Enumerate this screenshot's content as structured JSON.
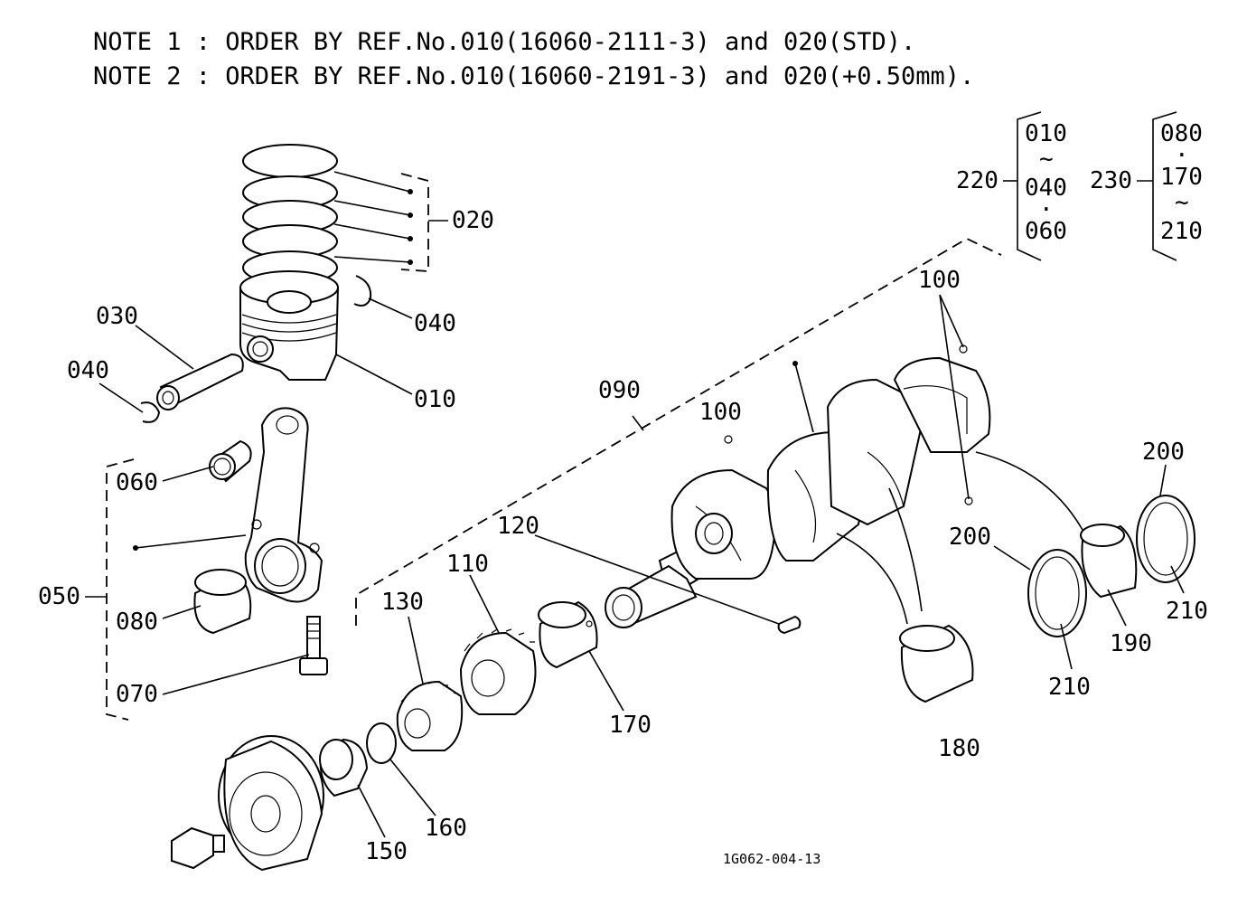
{
  "notes": [
    "NOTE 1 : ORDER BY REF.No.010(16060-2111-3) and 020(STD).",
    "NOTE 2 : ORDER BY REF.No.010(16060-2191-3) and 020(+0.50mm)."
  ],
  "labels": {
    "l010": "010",
    "l020": "020",
    "l030": "030",
    "l040a": "040",
    "l040b": "040",
    "l050": "050",
    "l060": "060",
    "l070": "070",
    "l080": "080",
    "l090": "090",
    "l100a": "100",
    "l100b": "100",
    "l110": "110",
    "l120": "120",
    "l130": "130",
    "l150": "150",
    "l160": "160",
    "l170": "170",
    "l180": "180",
    "l190": "190",
    "l200a": "200",
    "l200b": "200",
    "l210a": "210",
    "l210b": "210"
  },
  "group220": {
    "ref": "220",
    "items": [
      "010",
      "~",
      "040",
      "·",
      "060"
    ]
  },
  "group230": {
    "ref": "230",
    "items": [
      "080",
      "·",
      "170",
      "~",
      "210"
    ]
  },
  "drawing_code": "1G062-004-13"
}
